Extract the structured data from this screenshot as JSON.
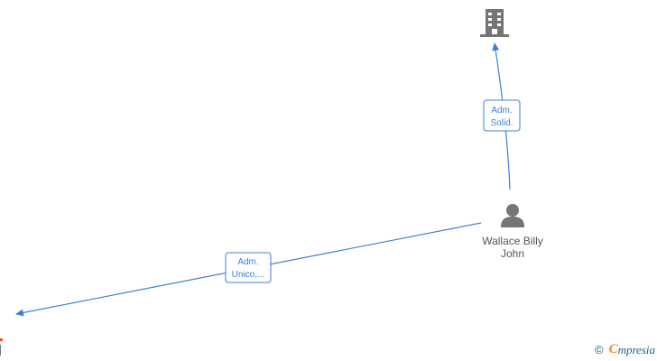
{
  "nodes": {
    "company": {
      "icon": "building-icon"
    },
    "person": {
      "icon": "person-icon",
      "name_line1": "Wallace Billy",
      "name_line2": "John"
    }
  },
  "edges": [
    {
      "label_line1": "Adm.",
      "label_line2": "Solid."
    },
    {
      "label_line1": "Adm.",
      "label_line2": "Unico,..."
    }
  ],
  "colors": {
    "edge": "#3f7fd6",
    "node_icon": "#757575",
    "text": "#555555",
    "brand_blue": "#1d5f83",
    "brand_orange": "#f28c1f"
  },
  "watermark": {
    "copyright": "©",
    "brand_initial": "C",
    "brand_rest": "mpresia"
  }
}
